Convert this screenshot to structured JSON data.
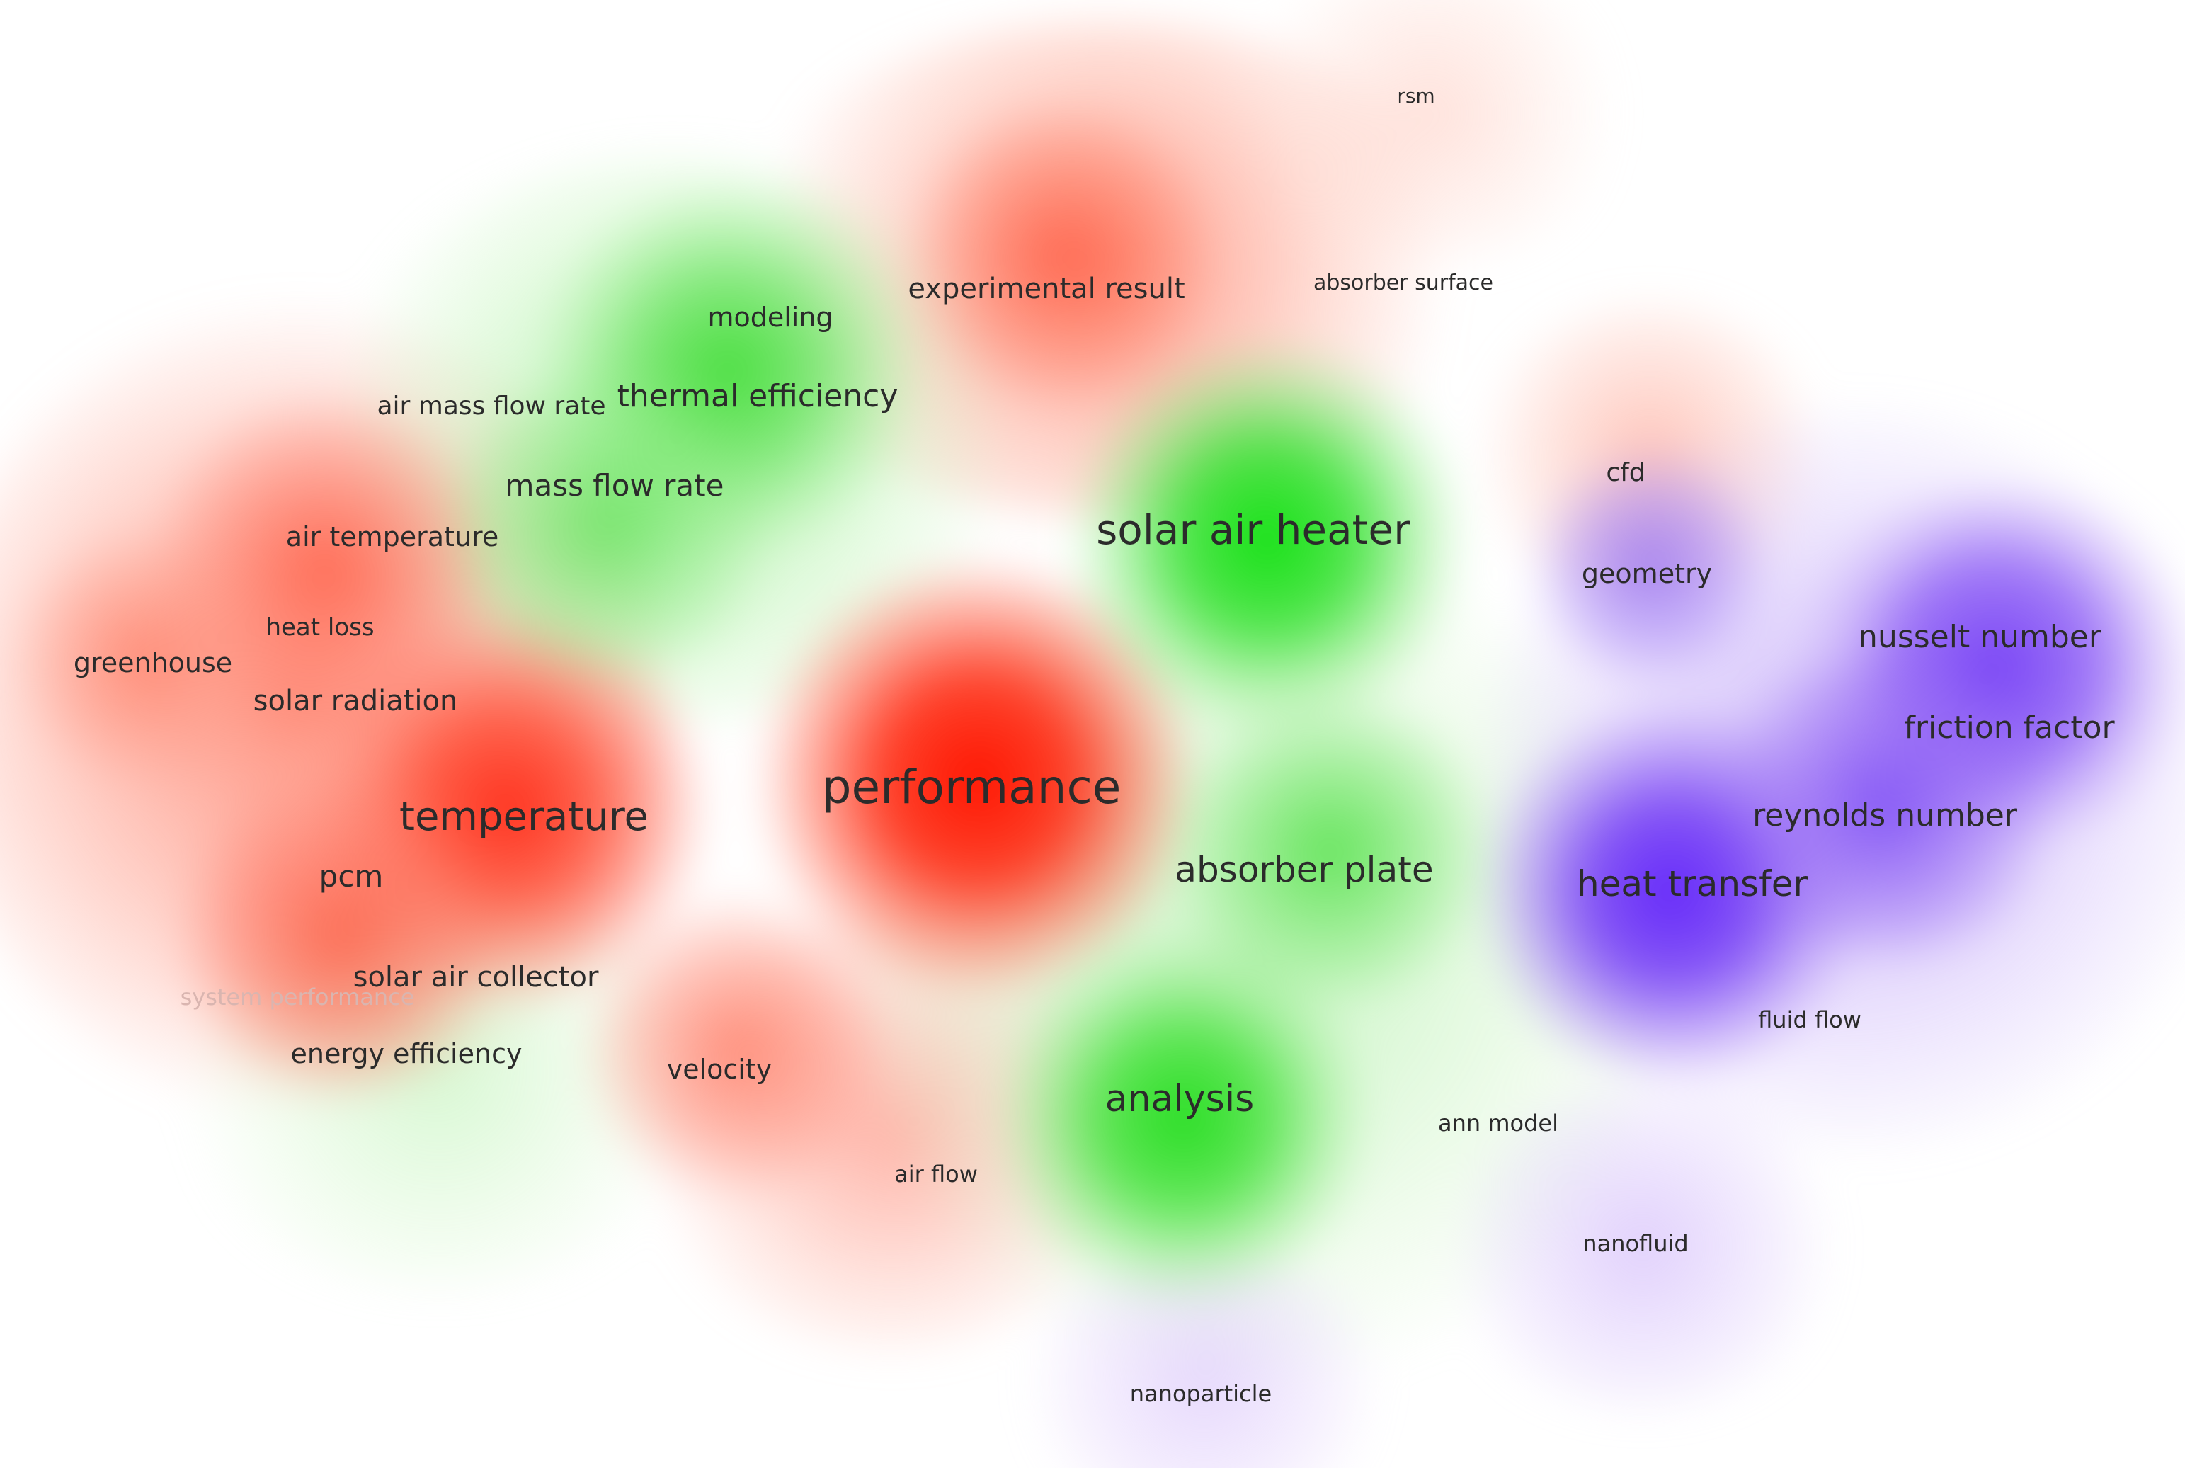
{
  "colors": {
    "red": "#ff2a12",
    "green": "#22d21e",
    "purple": "#6a34f0",
    "text": "#2b2b2b"
  },
  "terms": {
    "rsm": "rsm",
    "experimental_result": "experimental result",
    "absorber_surface": "absorber surface",
    "modeling": "modeling",
    "thermal_efficiency": "thermal efficiency",
    "air_mass_flow_rate": "air mass flow rate",
    "mass_flow_rate": "mass flow rate",
    "solar_air_heater": "solar air heater",
    "cfd": "cfd",
    "geometry": "geometry",
    "air_temperature": "air temperature",
    "heat_loss": "heat loss",
    "greenhouse": "greenhouse",
    "solar_radiation": "solar radiation",
    "nusselt_number": "nusselt number",
    "friction_factor": "friction factor",
    "performance": "performance",
    "temperature": "temperature",
    "reynolds_number": "reynolds number",
    "absorber_plate": "absorber plate",
    "pcm": "pcm",
    "heat_transfer": "heat transfer",
    "solar_air_collector": "solar air collector",
    "system_performance": "system performance",
    "fluid_flow": "fluid flow",
    "energy_efficiency": "energy efficiency",
    "velocity": "velocity",
    "analysis": "analysis",
    "ann_model": "ann model",
    "air_flow": "air flow",
    "nanofluid": "nanofluid",
    "nanoparticle": "nanoparticle"
  }
}
